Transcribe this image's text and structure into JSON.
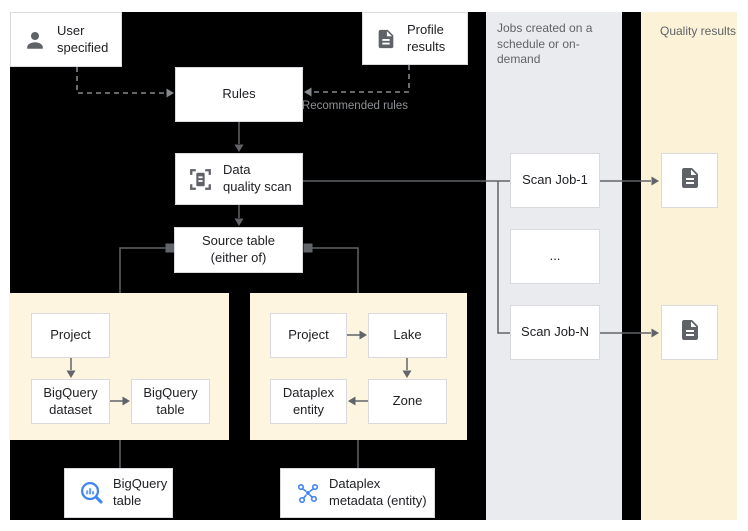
{
  "colors": {
    "diagram_background": "#000000",
    "panel_yellow": "#fdf5df",
    "jobs_column_gray": "#e9ebee",
    "results_column_yellow": "#fbf2d8",
    "box_border": "#d8dadd",
    "connector_gray": "#616468",
    "dashed_gray": "#85888c",
    "text_dark": "#202124",
    "text_gray": "#5f6368",
    "icon_gray": "#5f6368",
    "icon_blue": "#4285f4",
    "icon_blue_light": "#669df6"
  },
  "nodes": {
    "user_specified": {
      "label": "User\nspecified"
    },
    "profile_results": {
      "label": "Profile\nresults"
    },
    "rules": {
      "label": "Rules"
    },
    "recommended_rules_note": "Recommended rules",
    "data_quality_scan": {
      "label": "Data\nquality scan"
    },
    "source_table": {
      "label": "Source table\n(either of)"
    }
  },
  "bigquery_panel": {
    "project": "Project",
    "dataset": "BigQuery\ndataset",
    "table": "BigQuery\ntable"
  },
  "dataplex_panel": {
    "project": "Project",
    "lake": "Lake",
    "zone": "Zone",
    "entity": "Dataplex\nentity"
  },
  "bottom_nodes": {
    "bigquery_table": "BigQuery\ntable",
    "dataplex_metadata": "Dataplex\nmetadata (entity)"
  },
  "jobs_column": {
    "header": "Jobs created on a\nschedule or on-demand",
    "jobs": [
      "Scan Job-1",
      "...",
      "Scan Job-N"
    ]
  },
  "results_column": {
    "header": "Quality results"
  }
}
